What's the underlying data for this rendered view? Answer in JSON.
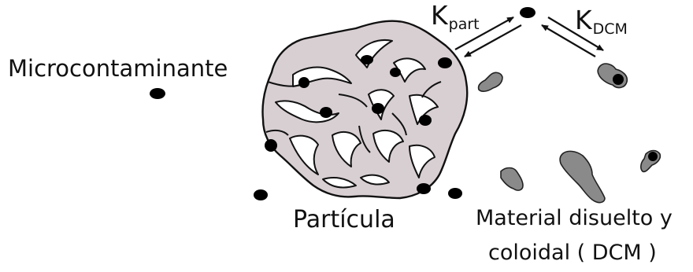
{
  "labels": {
    "microcontaminante": "Microcontaminante",
    "particula": "Partícula",
    "dcm_line1": "Material disuelto y",
    "dcm_line2": "coloidal ( DCM )"
  },
  "k_part": {
    "main": "K",
    "sub": "part"
  },
  "k_dcm": {
    "main": "K",
    "sub": "DCM"
  },
  "colors": {
    "particle_fill": "#d8cfd3",
    "particle_stroke": "#111111",
    "dcm_fill": "#8a8a8a",
    "dot": "#000000"
  }
}
